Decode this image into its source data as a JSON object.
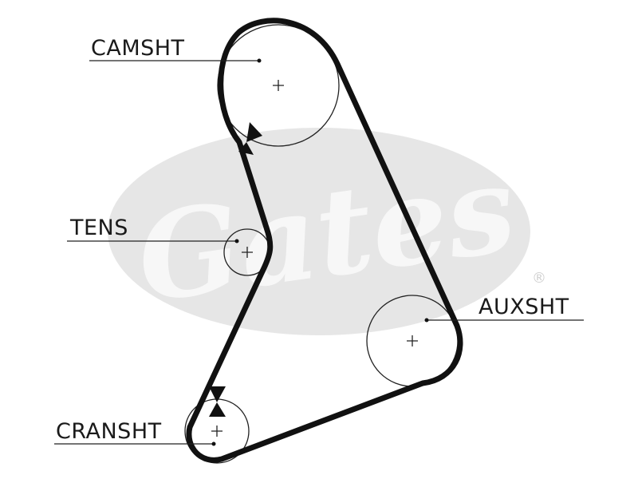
{
  "labels": {
    "camshaft": "CAMSHT",
    "tensioner": "TENS",
    "auxiliary": "AUXSHT",
    "crankshaft": "CRANSHT"
  },
  "watermark": {
    "text": "Gates",
    "registered_mark": "®"
  },
  "colors": {
    "belt": "#111111",
    "pulley_outline": "#222222",
    "watermark_fill": "#e6e6e6",
    "watermark_text": "#f7f7f7",
    "background": "#ffffff"
  }
}
